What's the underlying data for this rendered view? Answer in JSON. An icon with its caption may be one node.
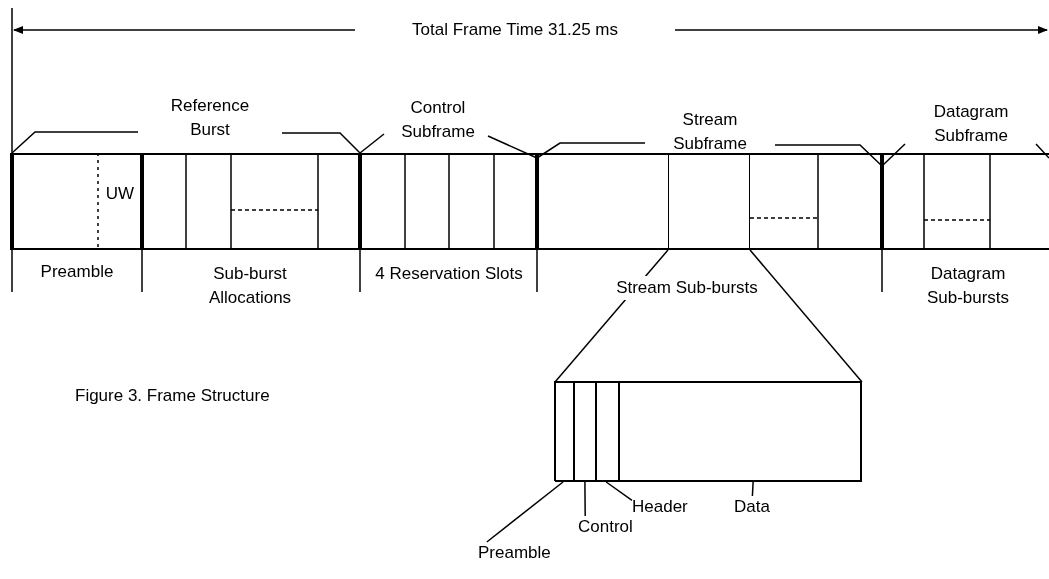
{
  "diagram": {
    "caption": "Figure 3. Frame Structure",
    "nodes": [
      {
        "text": [],
        "shape": "box"
      },
      {
        "text": [],
        "shape": "box",
        "in": 0
      },
      {
        "text": [],
        "shape": "box"
      },
      {
        "text": [],
        "shape": "box",
        "in": 2
      },
      {
        "text": [],
        "shape": "box",
        "in": 2
      },
      {
        "text": [],
        "shape": "box",
        "in": 2
      },
      {
        "text": [],
        "shape": "box",
        "in": 2
      },
      {
        "text": [
          "Header"
        ]
      },
      {
        "text": [
          "Data"
        ]
      },
      {
        "text": [
          "Control"
        ]
      },
      {
        "text": [
          "Preamble"
        ]
      }
    ],
    "edges": [
      {
        "from": 1,
        "to": 2,
        "arrow": "none"
      },
      {
        "from": 1,
        "to": 2,
        "arrow": "none"
      },
      {
        "from": 7,
        "to": 5,
        "arrow": "none"
      },
      {
        "from": 8,
        "to": 6,
        "arrow": "none"
      },
      {
        "from": 9,
        "to": 4,
        "arrow": "none"
      },
      {
        "from": 10,
        "to": 3,
        "arrow": "none"
      }
    ],
    "labels": [
      "Total Frame Time 31.25 ms",
      "Reference Burst",
      "Control Subframe",
      "Stream Subframe",
      "Datagram Subframe",
      "UW",
      "Preamble",
      "Sub-burst Allocations",
      "4 Reservation Slots",
      "Stream Sub-bursts",
      "Datagram Sub-bursts"
    ]
  }
}
